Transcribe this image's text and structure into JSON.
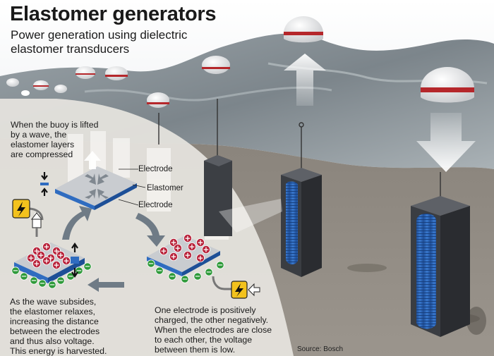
{
  "header": {
    "title": "Elastomer generators",
    "subtitle_line1": "Power generation using dielectric",
    "subtitle_line2": "elastomer transducers"
  },
  "captions": {
    "lifted": [
      "When the buoy is lifted",
      "by a wave, the",
      "elastomer layers",
      "are compressed"
    ],
    "subsides": [
      "As the wave subsides,",
      "the elastomer relaxes,",
      "increasing the distance",
      "between the electrodes",
      "and thus also voltage.",
      "This energy is harvested."
    ],
    "charge": [
      "One electrode is positively",
      "charged, the other negatively.",
      "When the electrodes are close",
      "to each other, the voltage",
      "between them is low."
    ]
  },
  "labels": {
    "electrode_top": "Electrode",
    "elastomer": "Elastomer",
    "electrode_bottom": "Electrode"
  },
  "charge_signs": {
    "plus": "+",
    "minus": "−"
  },
  "source": "Source: Bosch",
  "colors": {
    "sky": "#ffffff",
    "sea": "#8a9096",
    "seabed": "#8e8880",
    "panel": "#e6e4df",
    "buoy_band": "#b5272b",
    "elastomer_blue": "#2f6cc0",
    "plus_charge": "#b8223a",
    "minus_charge": "#2f9a3a",
    "lightning_yellow": "#f3c21d"
  }
}
